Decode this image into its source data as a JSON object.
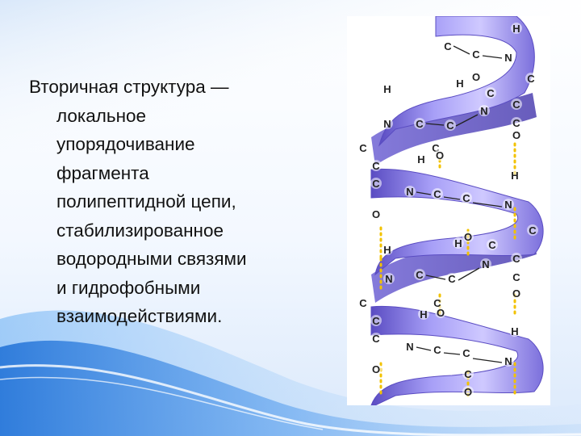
{
  "text_lines": [
    "Вторичная структура —",
    "локальное",
    "упорядочивание",
    "фрагмента",
    "полипептидной цепи,",
    "стабилизированное",
    "водородными связями",
    "и гидрофобными",
    "взаимодействиями."
  ],
  "atom_labels": {
    "carbon": "C",
    "nitrogen": "N",
    "hydrogen": "H",
    "oxygen": "O"
  },
  "colors": {
    "ribbon_light": "#b9b2ff",
    "ribbon_mid": "#8a7fe6",
    "ribbon_dark": "#5a4cc2",
    "hydrogen_bond": "#f2c200",
    "background_blue": "#2b78d8"
  },
  "image_content": "alpha-helix ribbon diagram with backbone atoms and dotted hydrogen bonds"
}
